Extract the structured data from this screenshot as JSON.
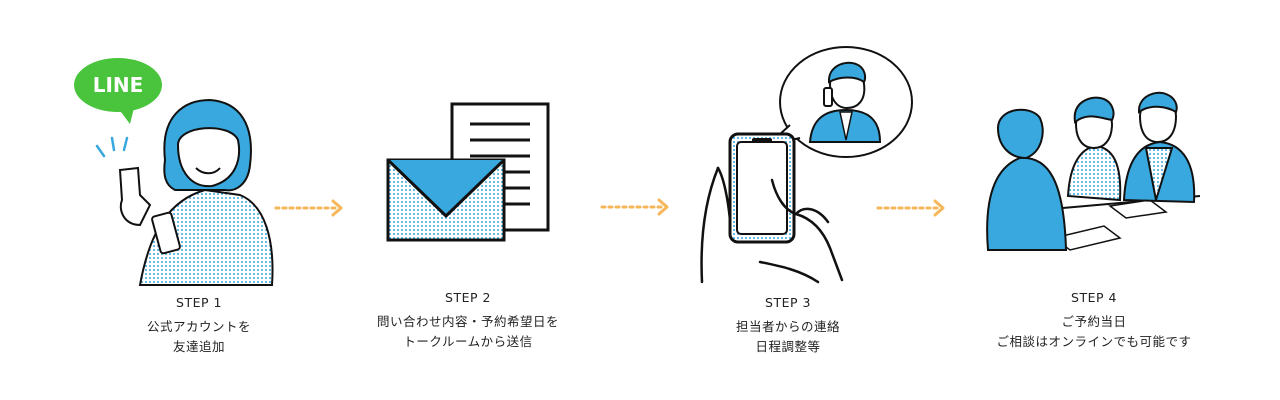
{
  "brand": {
    "badge_text": "LINE",
    "badge_color": "#49c43c",
    "accent_color": "#38a8de",
    "arrow_color": "#f5b75a"
  },
  "steps": [
    {
      "label": "STEP 1",
      "lines": [
        "公式アカウントを",
        "友達追加"
      ]
    },
    {
      "label": "STEP 2",
      "lines": [
        "問い合わせ内容・予約希望日を",
        "トークルームから送信"
      ]
    },
    {
      "label": "STEP 3",
      "lines": [
        "担当者からの連絡",
        "日程調整等"
      ]
    },
    {
      "label": "STEP 4",
      "lines": [
        "ご予約当日",
        "ご相談はオンラインでも可能です"
      ]
    }
  ]
}
